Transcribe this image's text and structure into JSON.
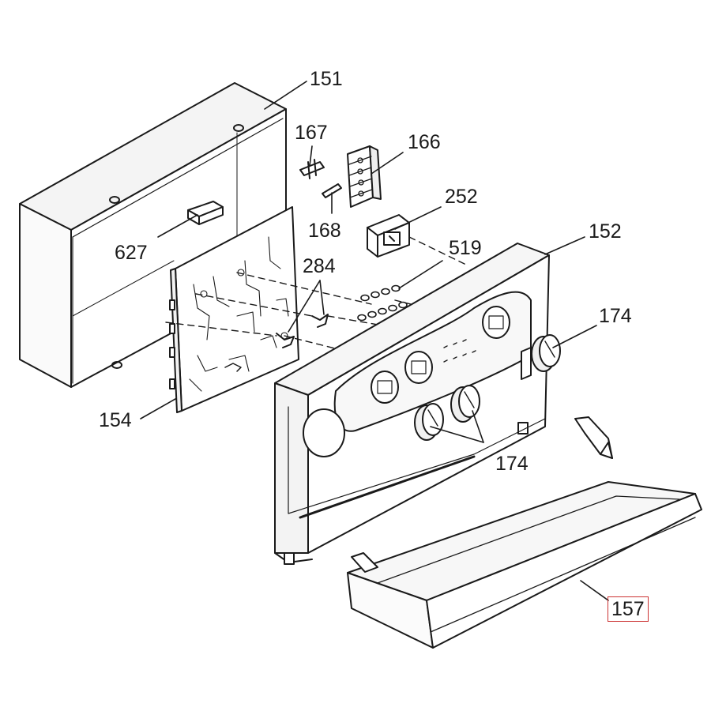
{
  "diagram": {
    "callouts": {
      "c151": "151",
      "c167": "167",
      "c166": "166",
      "c252": "252",
      "c168": "168",
      "c627": "627",
      "c519": "519",
      "c152": "152",
      "c284": "284",
      "c174a": "174",
      "c154": "154",
      "c174b": "174",
      "c157": "157"
    },
    "highlight_color": "#cc3333",
    "line_color": "#1a1a1a"
  }
}
